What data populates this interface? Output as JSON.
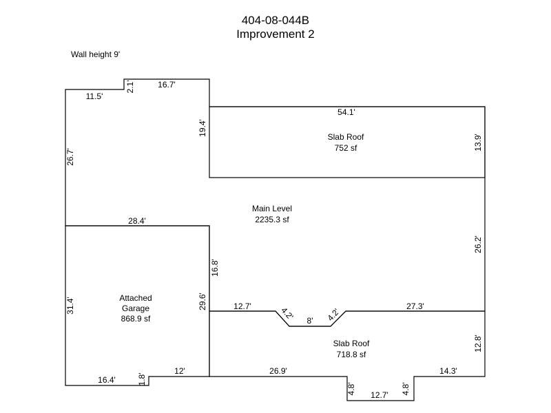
{
  "header": {
    "title": "404-08-044B",
    "subtitle": "Improvement 2"
  },
  "wall_height_note": "Wall height 9'",
  "areas": {
    "slab_roof_top": {
      "name": "Slab Roof",
      "area": "752 sf"
    },
    "main_level": {
      "name": "Main Level",
      "area": "2235.3 sf"
    },
    "garage": {
      "name_line1": "Attached",
      "name_line2": "Garage",
      "area": "868.9 sf"
    },
    "slab_roof_bottom": {
      "name": "Slab Roof",
      "area": "718.8 sf"
    }
  },
  "dimensions": {
    "d_11_5": "11.5'",
    "d_2_1": "2.1'",
    "d_16_7": "16.7'",
    "d_26_7": "26.7'",
    "d_19_4": "19.4'",
    "d_54_1": "54.1'",
    "d_13_9": "13.9'",
    "d_28_4": "28.4'",
    "d_26_2": "26.2'",
    "d_16_8": "16.8'",
    "d_31_4": "31.4'",
    "d_29_6": "29.6'",
    "d_12_7_top": "12.7'",
    "d_4_2_left": "4.2'",
    "d_8": "8'",
    "d_4_2_right": "4.2'",
    "d_27_3": "27.3'",
    "d_12_8": "12.8'",
    "d_16_4": "16.4'",
    "d_1_8": "1.8'",
    "d_12": "12'",
    "d_26_9": "26.9'",
    "d_4_8_left": "4.8'",
    "d_12_7_bottom": "12.7'",
    "d_4_8_right": "4.8'",
    "d_14_3": "14.3'"
  }
}
